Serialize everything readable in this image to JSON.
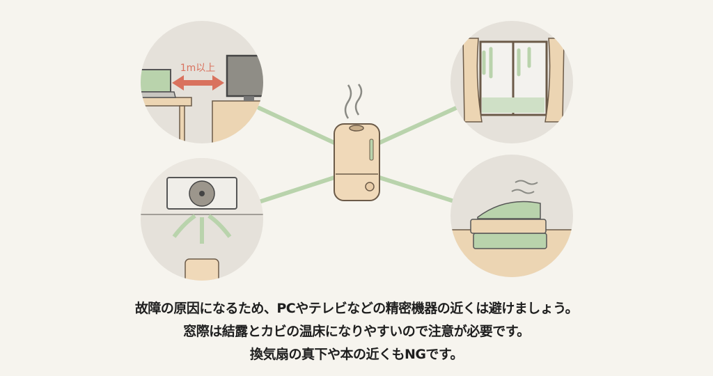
{
  "illustration": {
    "distance_label": "1m以上",
    "colors": {
      "background": "#f6f4ee",
      "circle": "#e5e1da",
      "connector": "#b9d3ac",
      "arrow": "#d9725e",
      "wood": "#ecd5b3",
      "humidifier": "#f0d9b9"
    }
  },
  "captions": [
    "故障の原因になるため、PCやテレビなどの精密機器の近くは避けましょう。",
    "窓際は結露とカビの温床になりやすいので注意が必要です。",
    "換気扇の真下や本の近くもNGです。"
  ]
}
